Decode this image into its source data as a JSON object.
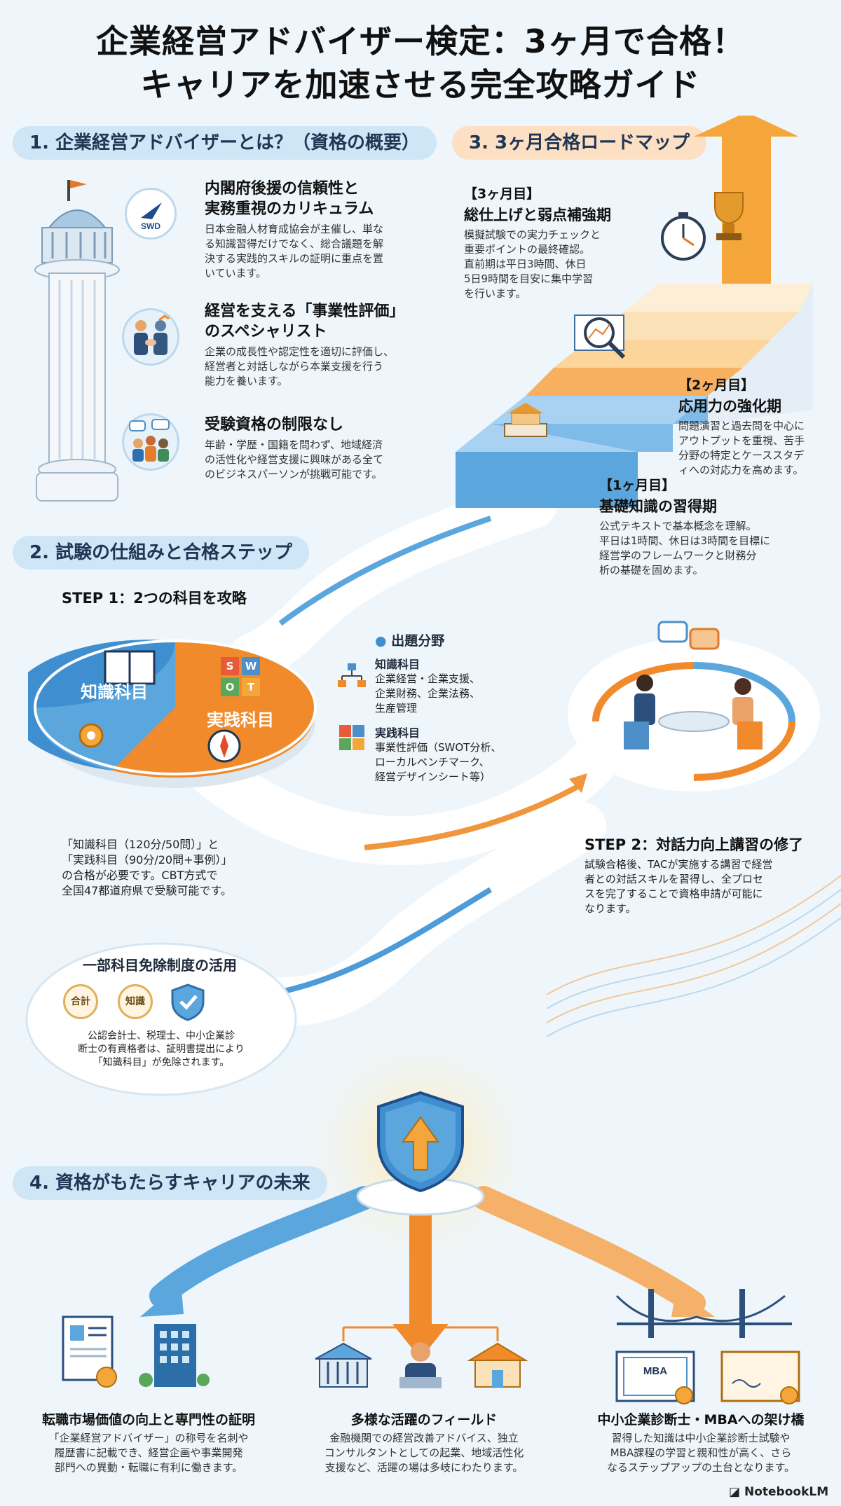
{
  "title": {
    "line1": "企業経営アドバイザー検定：3ヶ月で合格！",
    "line2": "キャリアを加速させる完全攻略ガイド"
  },
  "section1": {
    "heading": "1. 企業経営アドバイザーとは？（資格の概要）",
    "logo_text": "SWD",
    "features": [
      {
        "title": "内閣府後援の信頼性と\n実務重視のカリキュラム",
        "body": "日本金融人材育成協会が主催し、単な\nる知識習得だけでなく、総合議題を解\n決する実践的スキルの証明に重点を置\nいています。",
        "icon": "logo-icon"
      },
      {
        "title": "経営を支える「事業性評価」\nのスペシャリスト",
        "body": "企業の成長性や認定性を適切に評価し、\n経営者と対話しながら本業支援を行う\n能力を養います。",
        "icon": "handshake-icon"
      },
      {
        "title": "受験資格の制限なし",
        "body": "年齢・学歴・国籍を問わず、地域経済\nの活性化や経営支援に興味がある全て\nのビジネスパーソンが挑戦可能です。",
        "icon": "people-chat-icon"
      }
    ]
  },
  "section3": {
    "heading": "3. 3ヶ月合格ロードマップ",
    "months": [
      {
        "label": "【3ヶ月目】",
        "title": "総仕上げと弱点補強期",
        "body": "模擬試験での実力チェックと\n重要ポイントの最終確認。\n直前期は平日3時間、休日\n5日9時間を目安に集中学習\nを行います。"
      },
      {
        "label": "【2ヶ月目】",
        "title": "応用力の強化期",
        "body": "問題演習と過去問を中心に\nアウトプットを重視、苦手\n分野の特定とケーススタデ\nィへの対応力を高めます。"
      },
      {
        "label": "【1ヶ月目】",
        "title": "基礎知識の習得期",
        "body": "公式テキストで基本概念を理解。\n平日は1時間、休日は3時間を目標に\n経営学のフレームワークと財務分\n析の基礎を固めます。"
      }
    ]
  },
  "section2": {
    "heading": "2. 試験の仕組みと合格ステップ",
    "step1_title": "STEP 1：2つの科目を攻略",
    "pie_left": "知識科目",
    "pie_right": "実践科目",
    "swot_letters": [
      "S",
      "W",
      "O",
      "T"
    ],
    "field_heading": "出題分野",
    "field_knowledge_title": "知識科目",
    "field_knowledge_body": "企業経営・企業支援、\n企業財務、企業法務、\n生産管理",
    "field_practice_title": "実践科目",
    "field_practice_body": "事業性評価（SWOT分析、\nローカルベンチマーク、\n経営デザインシート等）",
    "pass_note": "「知識科目（120分/50問）」と\n「実践科目（90分/20問+事例）」\nの合格が必要です。CBT方式で\n全国47都道府県で受験可能です。",
    "step2_title": "STEP 2：対話力向上講習の修了",
    "step2_body": "試験合格後、TACが実施する講習で経営\n者との対話スキルを習得し、全プロセ\nスを完了することで資格申請が可能に\nなります。",
    "exempt_title": "一部科目免除制度の活用",
    "exempt_badges": [
      "合計",
      "知識"
    ],
    "exempt_body": "公認会計士、税理士、中小企業診\n断士の有資格者は、証明書提出により\n「知識科目」が免除されます。"
  },
  "section4": {
    "heading": "4. 資格がもたらすキャリアの未来",
    "mba_label": "MBA",
    "cards": [
      {
        "title": "転職市場価値の向上と専門性の証明",
        "body": "「企業経営アドバイザー」の称号を名刺や\n履歴書に記載でき、経営企画や事業開発\n部門への異動・転職に有利に働きます。"
      },
      {
        "title": "多様な活躍のフィールド",
        "body": "金融機関での経営改善アドバイス、独立\nコンサルタントとしての起業、地域活性化\n支援など、活躍の場は多岐にわたります。"
      },
      {
        "title": "中小企業診断士・MBAへの架け橋",
        "body": "習得した知識は中小企業診断士試験や\nMBA課程の学習と親和性が高く、さら\nなるステップアップの土台となります。"
      }
    ]
  },
  "footer": {
    "brand": "NotebookLM"
  },
  "colors": {
    "blue": "#3f8fd0",
    "orange": "#f08a2b",
    "navy": "#1f3654",
    "bg": "#eef6fb"
  }
}
